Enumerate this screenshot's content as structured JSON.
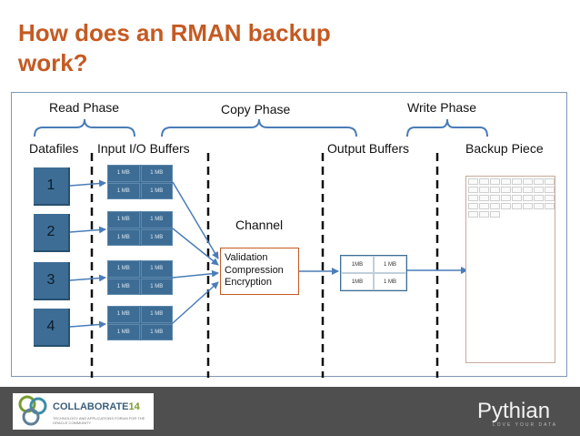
{
  "title": "How does an RMAN backup work?",
  "phases": {
    "read": "Read Phase",
    "copy": "Copy Phase",
    "write": "Write Phase"
  },
  "columns": {
    "datafiles": "Datafiles",
    "input_buffers": "Input I/O Buffers",
    "output_buffers": "Output Buffers",
    "backup_piece": "Backup Piece"
  },
  "datafiles": [
    "1",
    "2",
    "3",
    "4"
  ],
  "buffer_unit": "1 MB",
  "output_buffer_cells": [
    "1MB",
    "1 MB",
    "1MB",
    "1 MB"
  ],
  "channel": {
    "label": "Channel",
    "steps": [
      "Validation",
      "Compression",
      "Encryption"
    ]
  },
  "footer": {
    "collaborate_name": "COLLABORATE",
    "collaborate_year": "14",
    "collaborate_sub": "TECHNOLOGY AND APPLICATIONS FORUM FOR THE ORACLE COMMUNITY",
    "pythian_name": "Pythian",
    "pythian_tag": "LOVE YOUR DATA"
  },
  "colors": {
    "title": "#c55a22",
    "file_blue": "#3d6d95",
    "arrow": "#4a7db8",
    "channel_border": "#c55a22",
    "footer": "#4f4f4f"
  }
}
